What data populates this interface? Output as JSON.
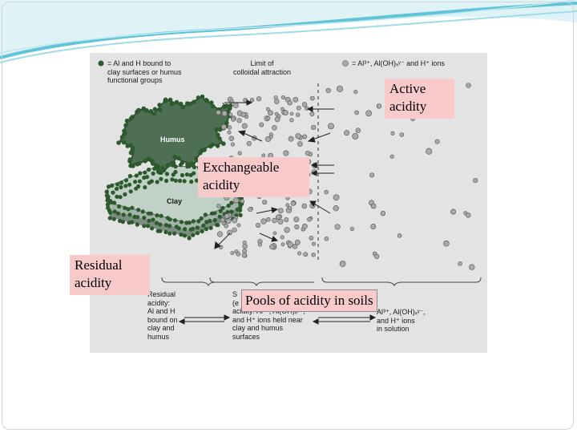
{
  "figure": {
    "legend_bound": [
      "= Al and H bound to",
      "clay surfaces or humus",
      "functional groups"
    ],
    "legend_limit": [
      "Limit of",
      "colloidal attraction"
    ],
    "legend_ions": "= Al³⁺, Al(OH)ₓʸ⁻ and H⁺ ions",
    "humus_label": "Humus",
    "clay_label": "Clay",
    "bottom_residual": [
      "Residual",
      "acidity:",
      "Al and H",
      "bound on",
      "clay and",
      "humus"
    ],
    "bottom_exchangeable": [
      "S",
      "(e",
      "acidity: Al³⁺, Al(OH)ₓʸ⁻,",
      "and H⁺ ions held near",
      "clay and humus",
      "surfaces"
    ],
    "bottom_active": [
      "Al³⁺, Al(OH)ₓʸ⁻,",
      "and H⁺ ions",
      "in solution"
    ]
  },
  "labels": {
    "active": [
      "Active",
      "acidity"
    ],
    "exchangeable": [
      "Exchangeable",
      "acidity"
    ],
    "residual": [
      "Residual",
      "acidity"
    ]
  },
  "caption": "Pools of acidity in soils",
  "colors": {
    "bound_dot": "#2d5a2d",
    "humus": "#4f6f54",
    "clay": "#b9c9c0",
    "label_bg": "#f8caca",
    "figure_bg": "#e3e3e3"
  }
}
